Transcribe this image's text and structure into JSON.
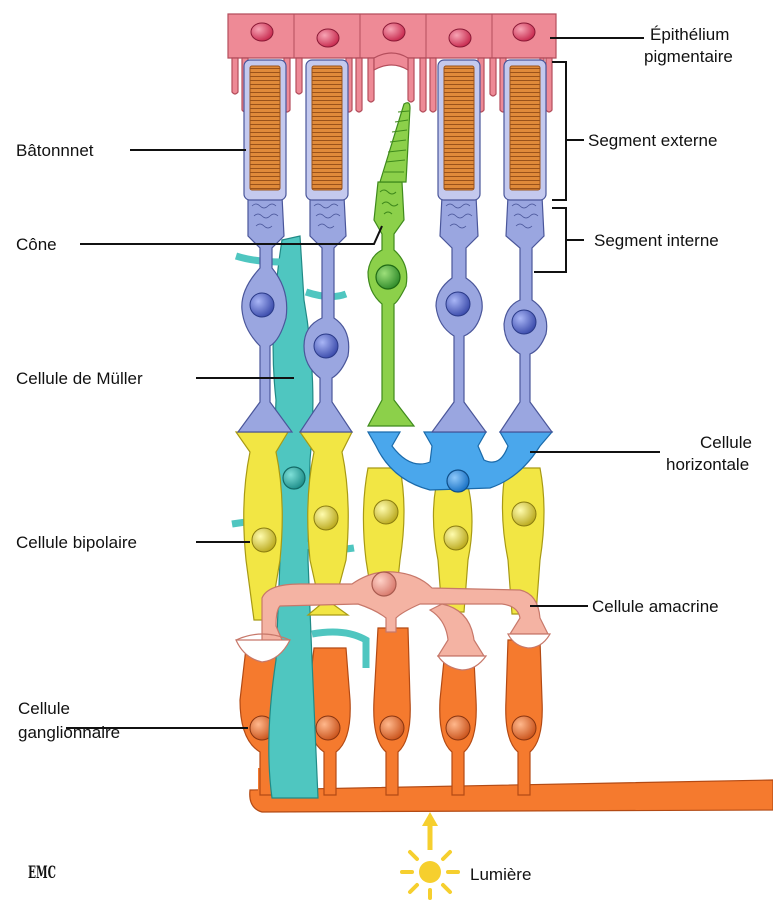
{
  "labels": {
    "epithelium_1": "Épithélium",
    "epithelium_2": "pigmentaire",
    "outer_segment": "Segment externe",
    "inner_segment": "Segment interne",
    "rod": "Bâtonnnet",
    "cone": "Cône",
    "muller": "Cellule de Müller",
    "horizontal_1": "Cellule",
    "horizontal_2": "horizontale",
    "bipolar": "Cellule bipolaire",
    "amacrine": "Cellule amacrine",
    "ganglion_1": "Cellule",
    "ganglion_2": "ganglionnaire",
    "light": "Lumière"
  },
  "logo": "EMC",
  "colors": {
    "epithelium": "#ee8a96",
    "nucleus_red": "#d8355a",
    "rod_outer": "#e08a3a",
    "photoreceptor": "#9aa6e0",
    "cone": "#8cd04a",
    "muller": "#4fc6c0",
    "horizontal": "#4aa7ec",
    "bipolar": "#f2e644",
    "amacrine": "#f4b3a3",
    "ganglion": "#f57a2e",
    "light": "#f6cf2e"
  }
}
